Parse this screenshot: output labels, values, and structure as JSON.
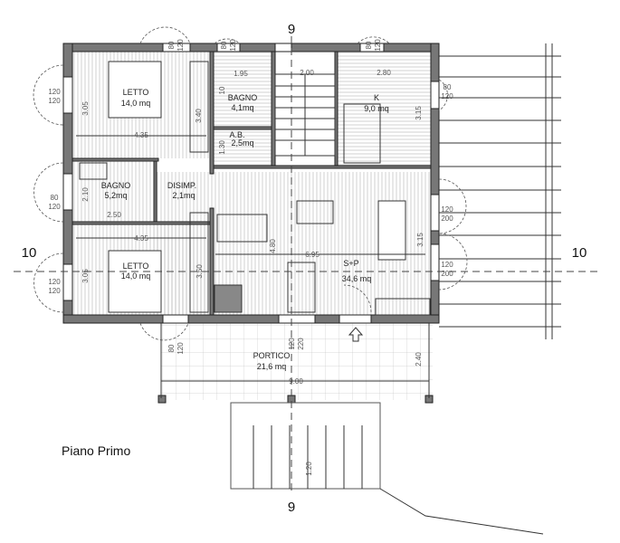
{
  "plan": {
    "title": "Piano Primo",
    "axes": {
      "vertical": "9",
      "horizontal": "10"
    },
    "rooms": [
      {
        "id": "letto1",
        "name": "LETTO",
        "area": "14,0 mq"
      },
      {
        "id": "bagno1",
        "name": "BAGNO",
        "area": "4,1mq"
      },
      {
        "id": "ab",
        "name": "A.B.",
        "area": "2,5mq"
      },
      {
        "id": "k",
        "name": "K",
        "area": "9,0  mq"
      },
      {
        "id": "bagno2",
        "name": "BAGNO",
        "area": "5,2mq"
      },
      {
        "id": "disimp",
        "name": "DISIMP.",
        "area": "2,1mq"
      },
      {
        "id": "letto2",
        "name": "LETTO",
        "area": "14,0  mq"
      },
      {
        "id": "sp",
        "name": "S+P",
        "area": "34,6  mq"
      },
      {
        "id": "portico",
        "name": "PORTICO",
        "area": "21,6  mq"
      }
    ],
    "dimensions": [
      "4.35",
      "3.05",
      "3.40",
      "1.95",
      "10",
      "1.30",
      "2.00",
      "2.80",
      "3.15",
      "2.10",
      "2.50",
      "4.35",
      "3.05",
      "3.50",
      "4.80",
      "6.95",
      "3.15",
      "2.40",
      "9.00",
      "1.20"
    ],
    "openings": [
      {
        "w": "80",
        "h": "120"
      },
      {
        "w": "80",
        "h": "120"
      },
      {
        "w": "80",
        "h": "120"
      },
      {
        "w": "80",
        "h": "120"
      },
      {
        "w": "120",
        "h": "120"
      },
      {
        "w": "80",
        "h": "120"
      },
      {
        "w": "120",
        "h": "120"
      },
      {
        "w": "120",
        "h": "200"
      },
      {
        "w": "120",
        "h": "200"
      },
      {
        "w": "80",
        "h": "120"
      },
      {
        "w": "120",
        "h": "220"
      }
    ]
  }
}
